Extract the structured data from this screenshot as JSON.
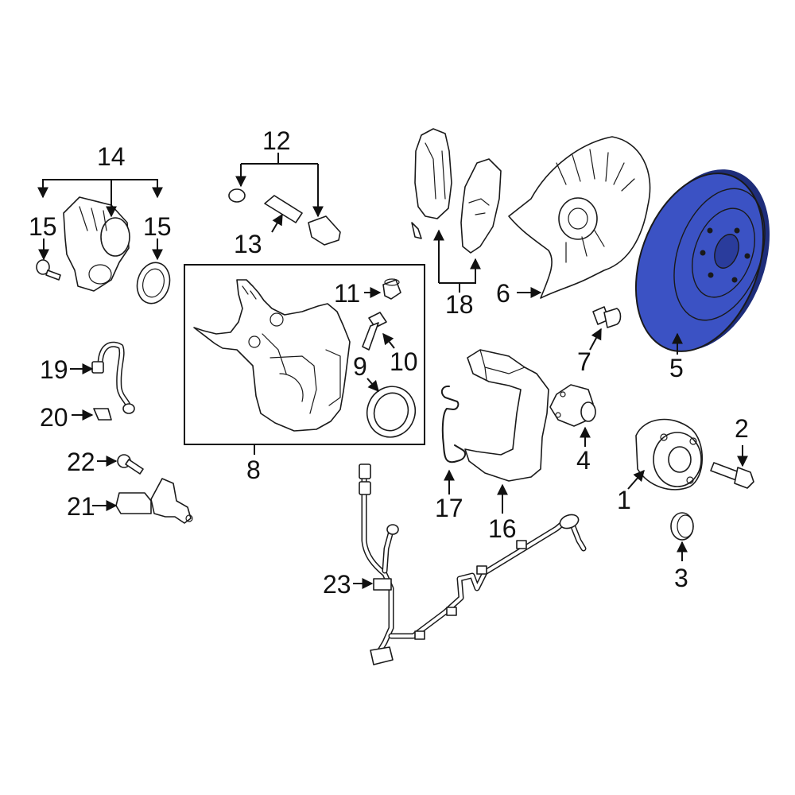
{
  "highlight_color": "#3b52c4",
  "callouts": {
    "c1": "1",
    "c2": "2",
    "c3": "3",
    "c4": "4",
    "c5": "5",
    "c6": "6",
    "c7": "7",
    "c8": "8",
    "c9": "9",
    "c10": "10",
    "c11": "11",
    "c12": "12",
    "c13": "13",
    "c14": "14",
    "c15a": "15",
    "c15b": "15",
    "c16": "16",
    "c17": "17",
    "c18": "18",
    "c19": "19",
    "c20": "20",
    "c21": "21",
    "c22": "22",
    "c23": "23"
  }
}
